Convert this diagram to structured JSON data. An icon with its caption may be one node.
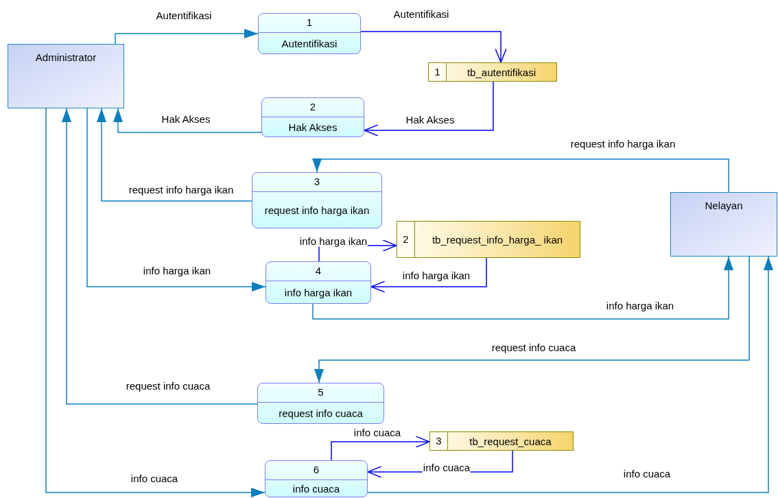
{
  "diagram": {
    "nodes": [
      {
        "text": [
          "Administrator"
        ]
      },
      {
        "text": [
          "1",
          "Autentifikasi"
        ]
      },
      {
        "text": [
          "1",
          "tb_autentifikasi"
        ]
      },
      {
        "text": [
          "2",
          "Hak Akses"
        ]
      },
      {
        "text": [
          "3",
          "request info harga ikan"
        ]
      },
      {
        "text": [
          "Nelayan"
        ]
      },
      {
        "text": [
          "2",
          "tb_request_info_harga_ ikan"
        ]
      },
      {
        "text": [
          "4",
          "info harga ikan"
        ]
      },
      {
        "text": [
          "5",
          "request info cuaca"
        ]
      },
      {
        "text": [
          "3",
          "tb_request_cuaca"
        ]
      },
      {
        "text": [
          "6",
          "info cuaca"
        ]
      }
    ],
    "edges": [
      {
        "from": 0,
        "to": 1,
        "arrow": "to",
        "label": "Autentifikasi"
      },
      {
        "from": 1,
        "to": 2,
        "arrow": "to",
        "label": "Autentifikasi",
        "color": "#0000ff"
      },
      {
        "from": 2,
        "to": 3,
        "arrow": "to",
        "label": "Hak Akses",
        "color": "#0000ff"
      },
      {
        "from": 3,
        "to": 0,
        "arrow": "to",
        "label": "Hak Akses"
      },
      {
        "from": 4,
        "to": 0,
        "arrow": "to",
        "label": "request info harga ikan"
      },
      {
        "from": 5,
        "to": 4,
        "arrow": "to",
        "label": "request info harga ikan"
      },
      {
        "from": 0,
        "to": 7,
        "arrow": "to",
        "label": "info harga ikan"
      },
      {
        "from": 7,
        "to": 6,
        "arrow": "to",
        "label": "info harga ikan",
        "color": "#0000ff"
      },
      {
        "from": 6,
        "to": 7,
        "arrow": "to",
        "label": "info harga ikan",
        "color": "#0000ff"
      },
      {
        "from": 7,
        "to": 5,
        "arrow": "to",
        "label": "info harga ikan"
      },
      {
        "from": 5,
        "to": 8,
        "arrow": "to",
        "label": "request info cuaca"
      },
      {
        "from": 8,
        "to": 0,
        "arrow": "to",
        "label": "request info cuaca"
      },
      {
        "from": 10,
        "to": 9,
        "arrow": "to",
        "label": "info cuaca",
        "color": "#0000ff"
      },
      {
        "from": 9,
        "to": 10,
        "arrow": "to",
        "label": "info cuaca",
        "color": "#0000ff"
      },
      {
        "from": 0,
        "to": 10,
        "arrow": "to",
        "label": "info cuaca"
      },
      {
        "from": 10,
        "to": 5,
        "arrow": "to",
        "label": "info cuaca"
      }
    ]
  }
}
